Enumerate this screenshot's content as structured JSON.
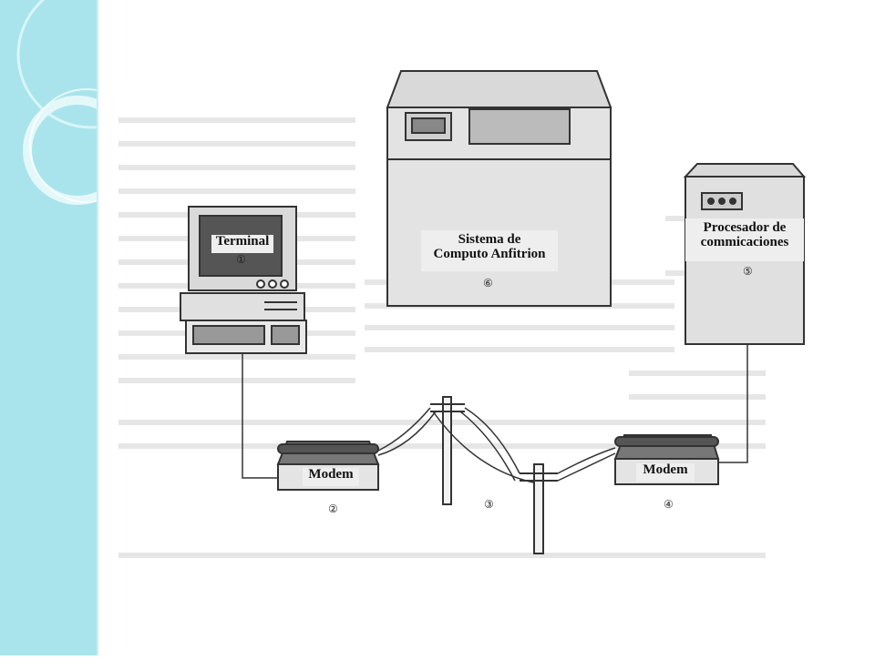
{
  "labels": {
    "terminal": "Terminal",
    "terminal_num": "①",
    "modem_left": "Modem",
    "modem_left_num": "②",
    "lines_num": "③",
    "host_line1": "Sistema de",
    "host_line2": "Computo Anfitrion",
    "host_num": "⑥",
    "processor_line1": "Procesador de",
    "processor_line2": "commicaciones",
    "processor_num": "⑤",
    "modem_right": "Modem",
    "modem_right_num": "④"
  },
  "colors": {
    "accent_strip": "#a9e4ec",
    "label_bg": "#eeeeee",
    "equipment": "#d9d9d9",
    "line": "#333333"
  }
}
